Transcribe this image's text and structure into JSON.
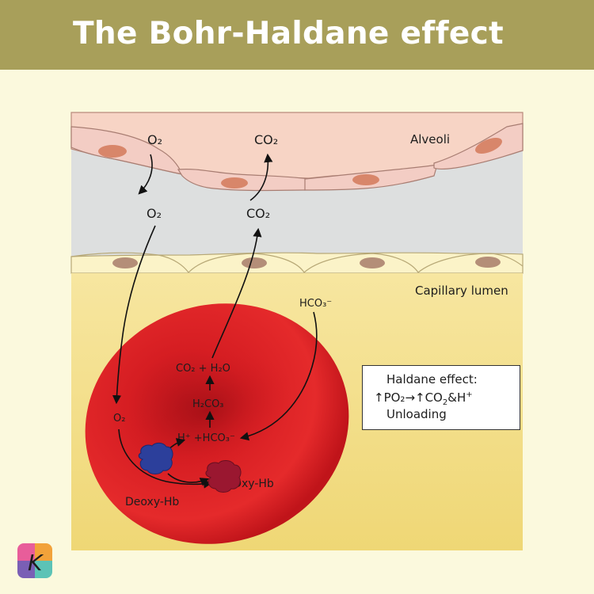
{
  "header": {
    "title": "The Bohr-Haldane effect"
  },
  "labels": {
    "alveoli": "Alveoli",
    "capillary_lumen": "Capillary lumen",
    "o2_top": "O₂",
    "co2_top": "CO₂",
    "o2_mid": "O₂",
    "co2_mid": "CO₂",
    "hco3_outside": "HCO₃⁻",
    "o2_rbc": "O₂",
    "co2_h2o": "CO₂ + H₂O",
    "h2co3": "H₂CO₃",
    "h_hco3": "H⁺ +HCO₃⁻",
    "deoxy_hb": "Deoxy-Hb",
    "oxy_hb": "Oxy-Hb"
  },
  "haldane_box": {
    "line1": "Haldane effect:",
    "arrow_po2": "↑PO₂",
    "arrow_mid": "→",
    "arrow_co2": "↑CO",
    "co2_sub": "2",
    "amp_h": "&H",
    "h_sup": "+",
    "line3": "Unloading"
  },
  "logo": {
    "letter": "K"
  },
  "colors": {
    "header": "#a89f5a",
    "background": "#fbf9dd",
    "alveolar_wall": "#f6d3c4",
    "alveolar_space": "#dde0df",
    "capillary": "#f2e08c",
    "rbc": "#d21a1f",
    "deoxy_hb": "#2c3f9b",
    "oxy_hb": "#9a1730"
  }
}
